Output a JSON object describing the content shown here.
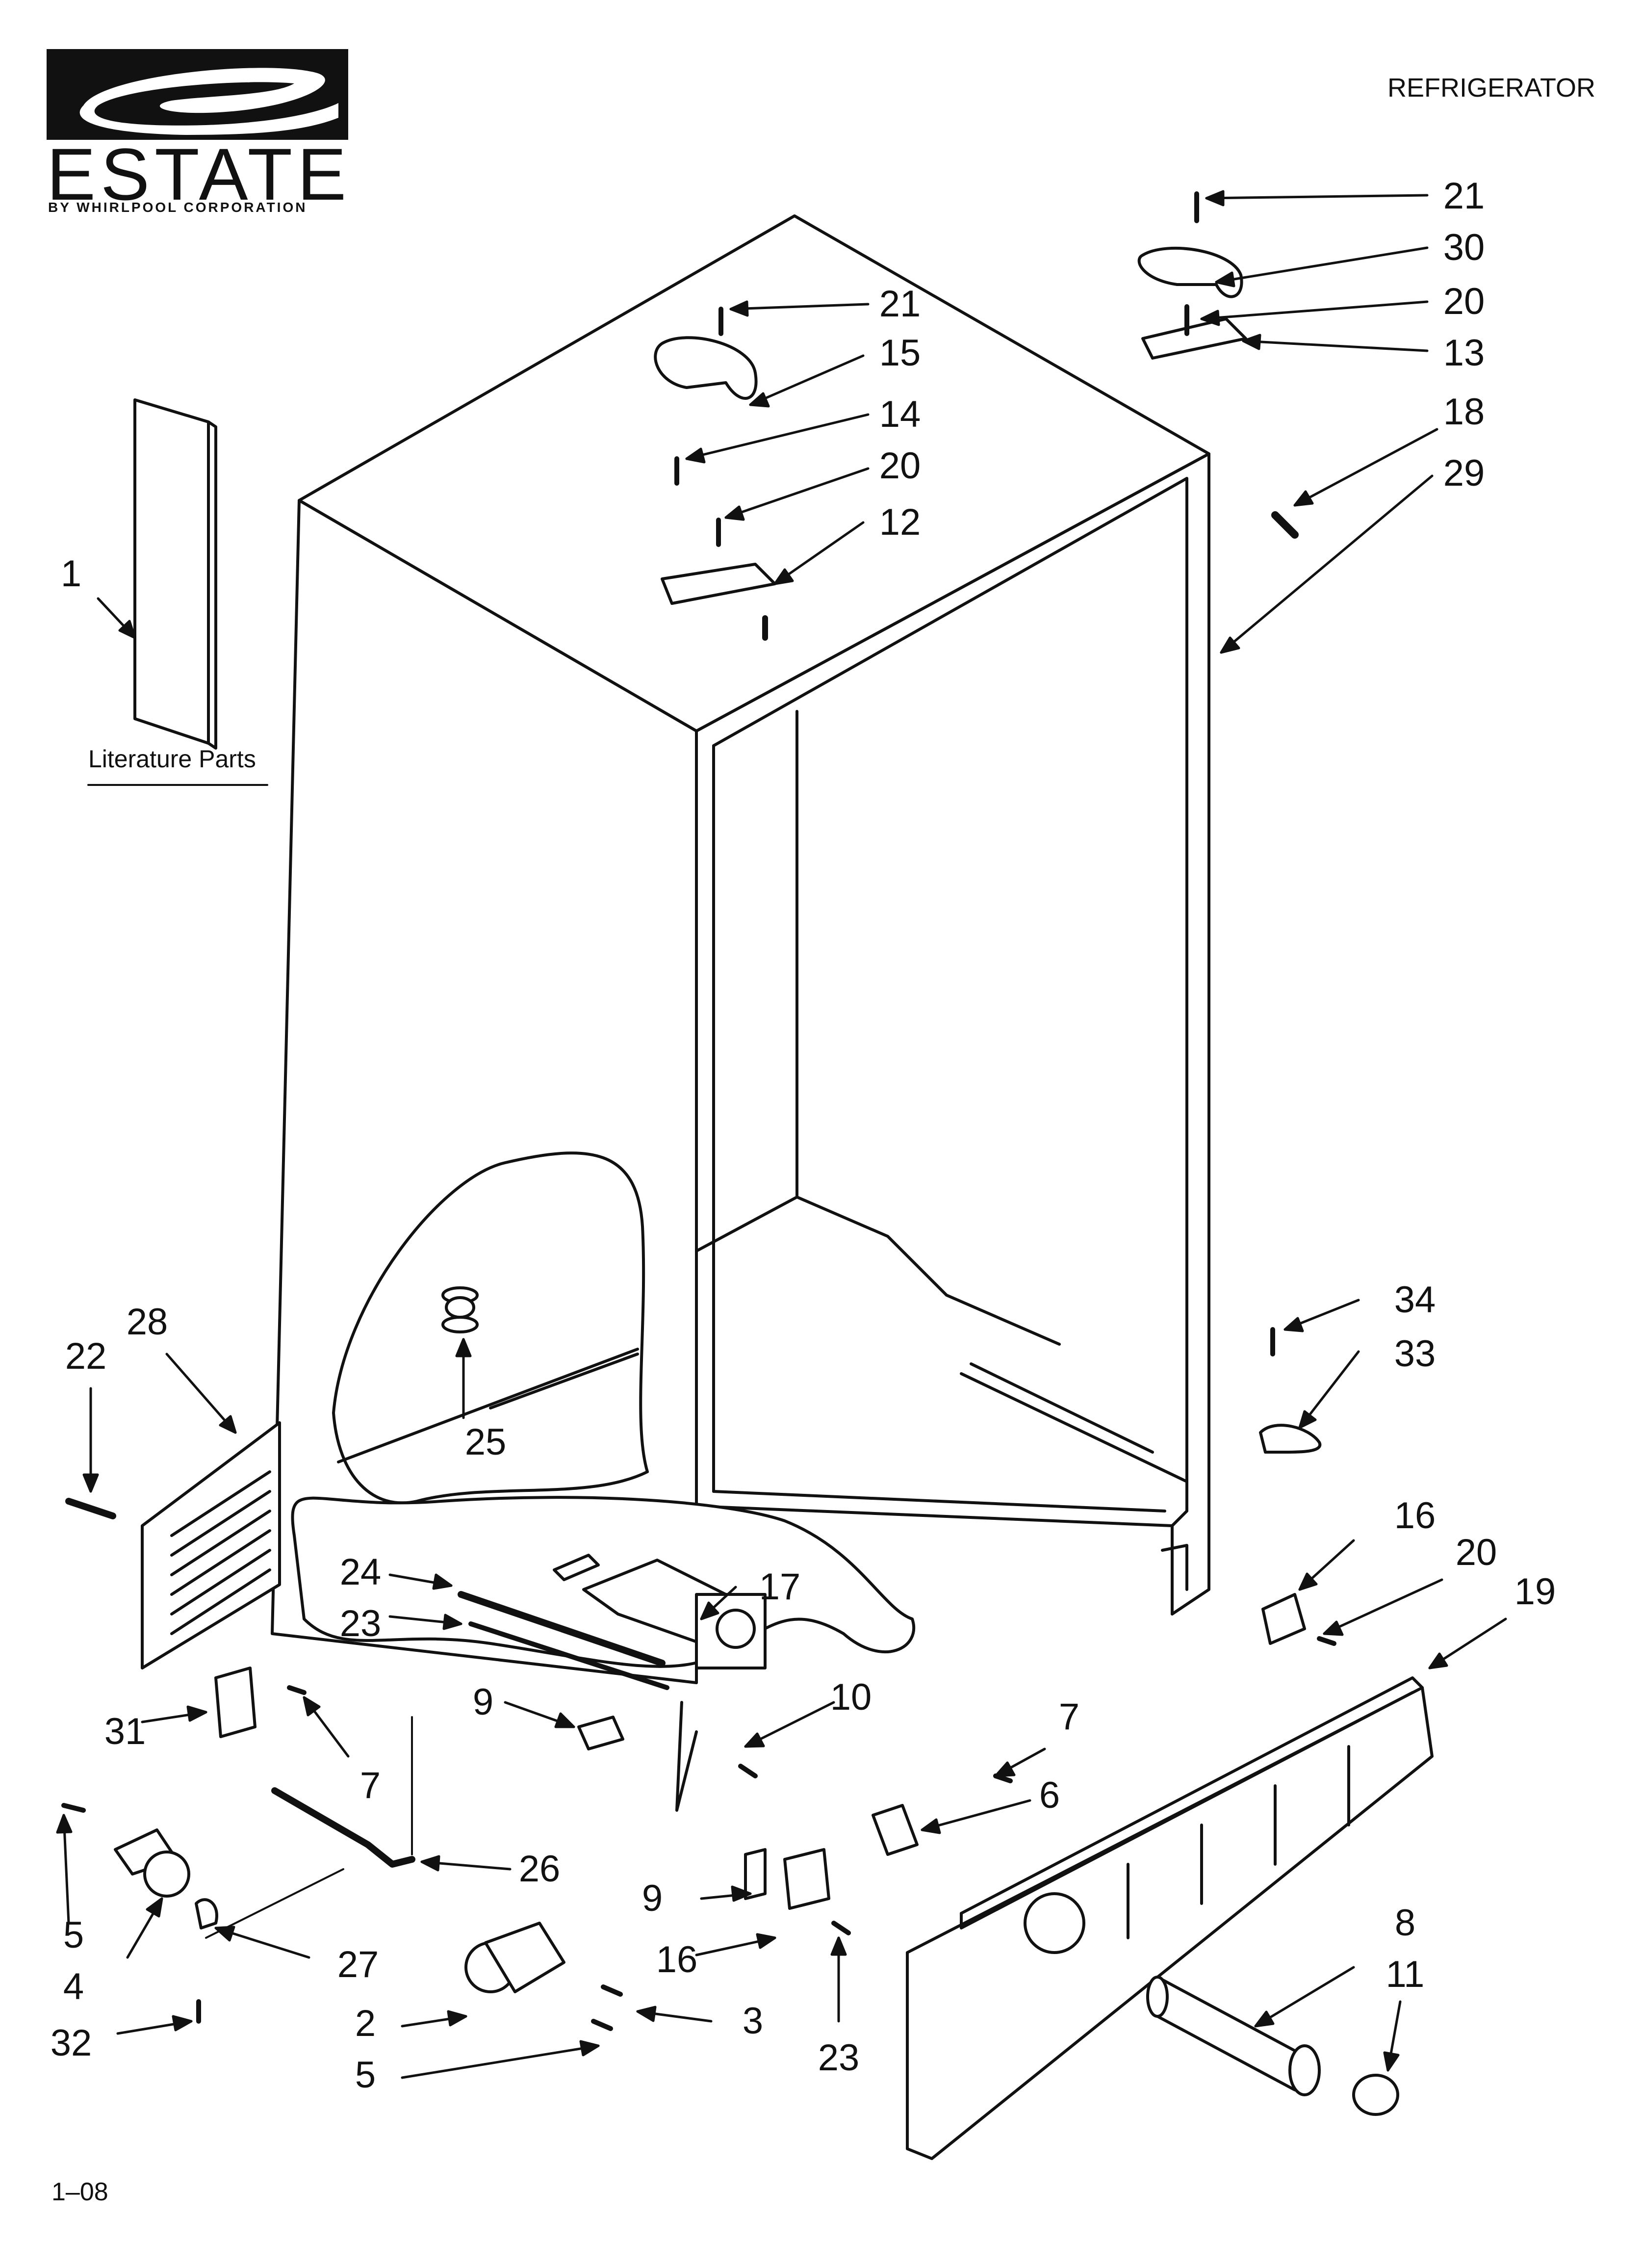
{
  "brand": {
    "name": "ESTATE",
    "subtitle": "BY WHIRLPOOL CORPORATION"
  },
  "header": {
    "title": "REFRIGERATOR"
  },
  "footer": {
    "code": "1–08"
  },
  "literature": {
    "label": "Literature Parts"
  },
  "callouts": [
    {
      "id": "c21a",
      "label": "21"
    },
    {
      "id": "c30",
      "label": "30"
    },
    {
      "id": "c20a",
      "label": "20"
    },
    {
      "id": "c13",
      "label": "13"
    },
    {
      "id": "c18",
      "label": "18"
    },
    {
      "id": "c29",
      "label": "29"
    },
    {
      "id": "c21b",
      "label": "21"
    },
    {
      "id": "c15",
      "label": "15"
    },
    {
      "id": "c14",
      "label": "14"
    },
    {
      "id": "c20b",
      "label": "20"
    },
    {
      "id": "c12",
      "label": "12"
    },
    {
      "id": "c1",
      "label": "1"
    },
    {
      "id": "c34",
      "label": "34"
    },
    {
      "id": "c33",
      "label": "33"
    },
    {
      "id": "c28",
      "label": "28"
    },
    {
      "id": "c22",
      "label": "22"
    },
    {
      "id": "c25",
      "label": "25"
    },
    {
      "id": "c16a",
      "label": "16"
    },
    {
      "id": "c20c",
      "label": "20"
    },
    {
      "id": "c19",
      "label": "19"
    },
    {
      "id": "c24",
      "label": "24"
    },
    {
      "id": "c17",
      "label": "17"
    },
    {
      "id": "c23a",
      "label": "23"
    },
    {
      "id": "c10",
      "label": "10"
    },
    {
      "id": "c9a",
      "label": "9"
    },
    {
      "id": "c31",
      "label": "31"
    },
    {
      "id": "c7a",
      "label": "7"
    },
    {
      "id": "c7b",
      "label": "7"
    },
    {
      "id": "c6",
      "label": "6"
    },
    {
      "id": "c26",
      "label": "26"
    },
    {
      "id": "c5a",
      "label": "5"
    },
    {
      "id": "c4",
      "label": "4"
    },
    {
      "id": "c27",
      "label": "27"
    },
    {
      "id": "c9b",
      "label": "9"
    },
    {
      "id": "c16b",
      "label": "16"
    },
    {
      "id": "c8",
      "label": "8"
    },
    {
      "id": "c11",
      "label": "11"
    },
    {
      "id": "c32",
      "label": "32"
    },
    {
      "id": "c2",
      "label": "2"
    },
    {
      "id": "c3",
      "label": "3"
    },
    {
      "id": "c23b",
      "label": "23"
    },
    {
      "id": "c5b",
      "label": "5"
    }
  ]
}
